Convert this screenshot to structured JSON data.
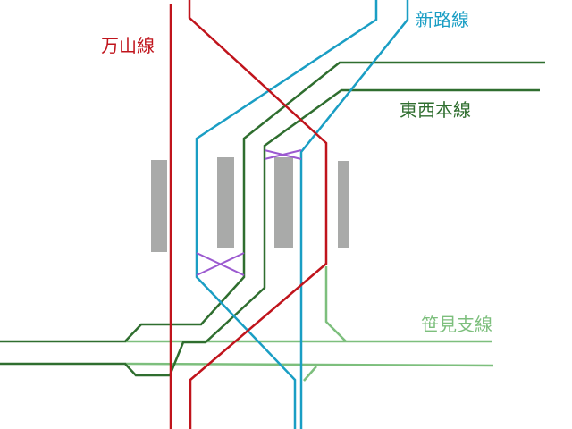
{
  "diagram": {
    "lines": [
      {
        "name": "万山線",
        "color": "#c0141c"
      },
      {
        "name": "新路線",
        "color": "#1a9ec4"
      },
      {
        "name": "東西本線",
        "color": "#2f6e2f"
      },
      {
        "name": "笹見支線",
        "color": "#7dbf7d"
      }
    ],
    "crossover_color": "#9b59d0",
    "platform_color": "#a9aaa9"
  }
}
